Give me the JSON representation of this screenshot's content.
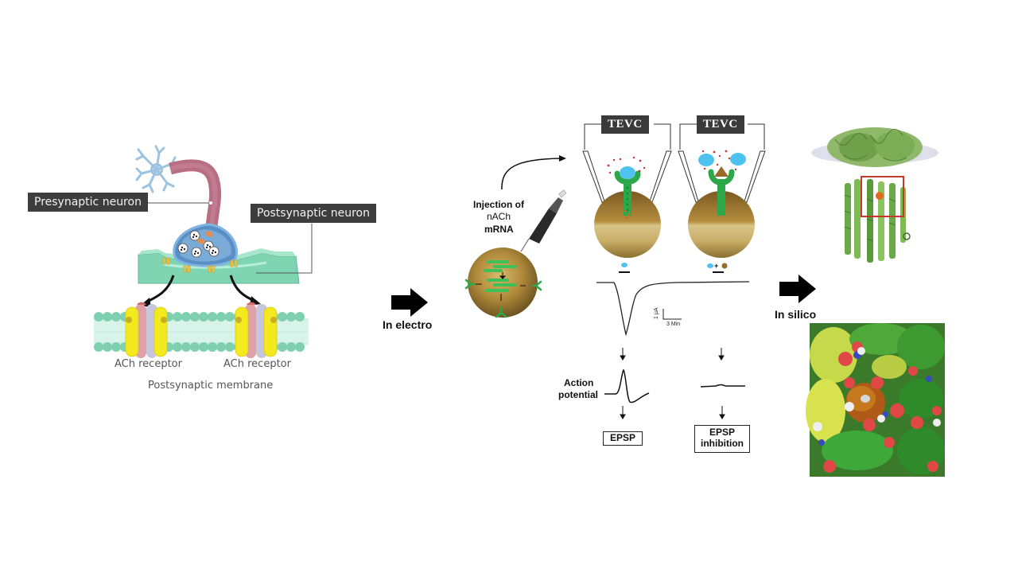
{
  "synapse": {
    "presynaptic_label": "Presynaptic neuron",
    "postsynaptic_label": "Postsynaptic neuron",
    "receptor_labels": [
      "ACh receptor",
      "ACh receptor"
    ],
    "membrane_label": "Postsynaptic membrane"
  },
  "steps": {
    "electro_label": "In electro",
    "silico_label": "In silico"
  },
  "oocyte": {
    "injection_lines": [
      "Injection of",
      "nACh",
      "mRNA"
    ]
  },
  "tevc": {
    "left_label": "TEVC",
    "right_label": "TEVC",
    "scale_y": "1 μA",
    "scale_x": "3 Min"
  },
  "outcomes": {
    "action_potential_lines": [
      "Action",
      "potential"
    ],
    "epsp_label": "EPSP",
    "inhibition_lines": [
      "EPSP",
      "inhibition"
    ]
  },
  "colors": {
    "label_bg": "#3d3d3d",
    "membrane_teal": "#7fcfb0",
    "receptor_yellow": "#f2ea1e",
    "ligand_blue": "#4fc3ef",
    "receptor_green": "#2aa84a",
    "inhibitor_brown": "#9a6a2a",
    "arrow_black": "#000000",
    "highlight_red": "#c0392b"
  }
}
